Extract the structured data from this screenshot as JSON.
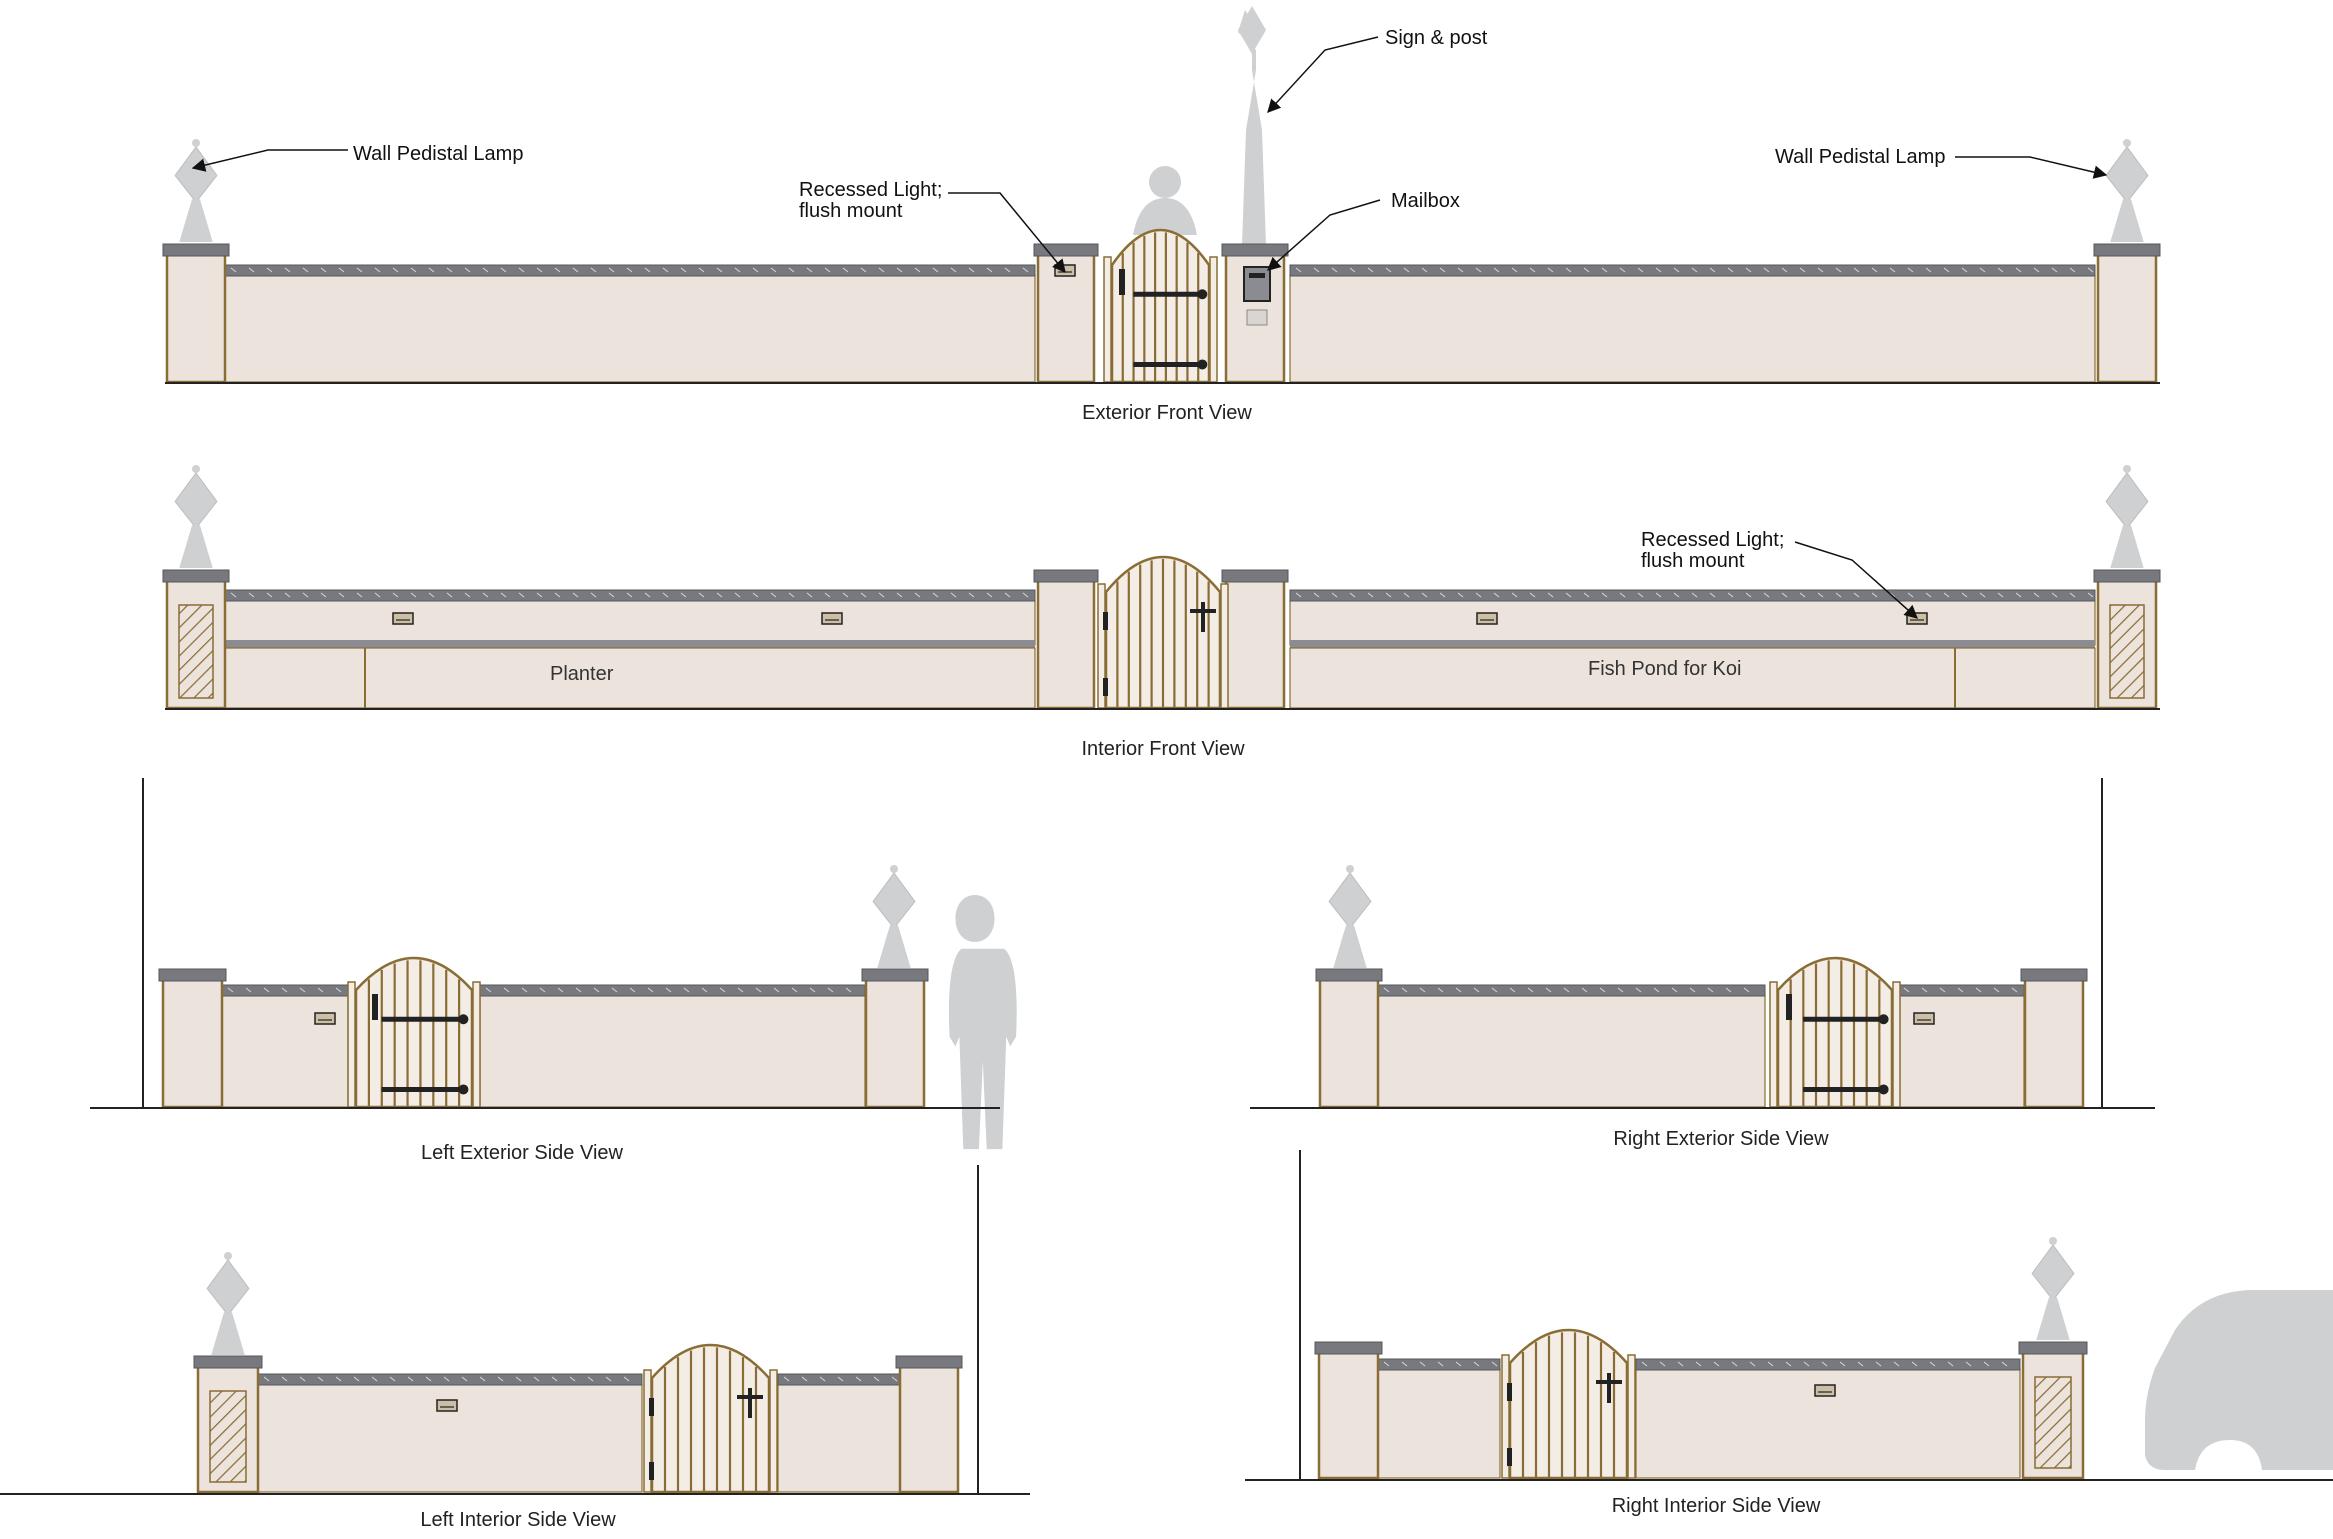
{
  "colors": {
    "wall_fill": "#ece4dc",
    "wall_edge": "#8a6d35",
    "cap_fill": "#77797e",
    "gate_bar": "#8a6d35",
    "hardware": "#222222",
    "silhouette": "#cfd0d2",
    "ground_line": "#222222"
  },
  "views": {
    "exterior_front": "Exterior Front View",
    "interior_front": "Interior Front View",
    "left_exterior_side": "Left Exterior Side View",
    "right_exterior_side": "Right Exterior Side View",
    "left_interior_side": "Left Interior Side View",
    "right_interior_side": "Right Interior Side View"
  },
  "callouts": {
    "sign_post": "Sign & post",
    "lamp_left": "Wall Pedistal Lamp",
    "lamp_right": "Wall Pedistal Lamp",
    "recessed_ext_1": "Recessed Light;",
    "recessed_ext_2": "flush mount",
    "mailbox": "Mailbox",
    "recessed_int_1": "Recessed Light;",
    "recessed_int_2": "flush mount"
  },
  "zones": {
    "planter": "Planter",
    "pond": "Fish Pond for Koi"
  },
  "icons": [
    "pedestal-lamp-icon",
    "person-silhouette-icon",
    "car-silhouette-icon",
    "mailbox-icon",
    "gate-handle-icon"
  ]
}
